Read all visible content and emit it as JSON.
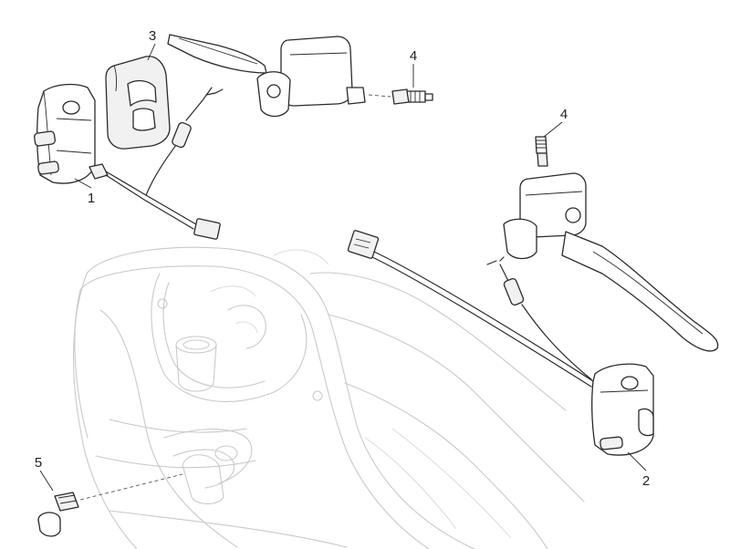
{
  "callouts": {
    "c1": "1",
    "c2": "2",
    "c3": "3",
    "c4a": "4",
    "c4b": "4",
    "c5": "5"
  }
}
